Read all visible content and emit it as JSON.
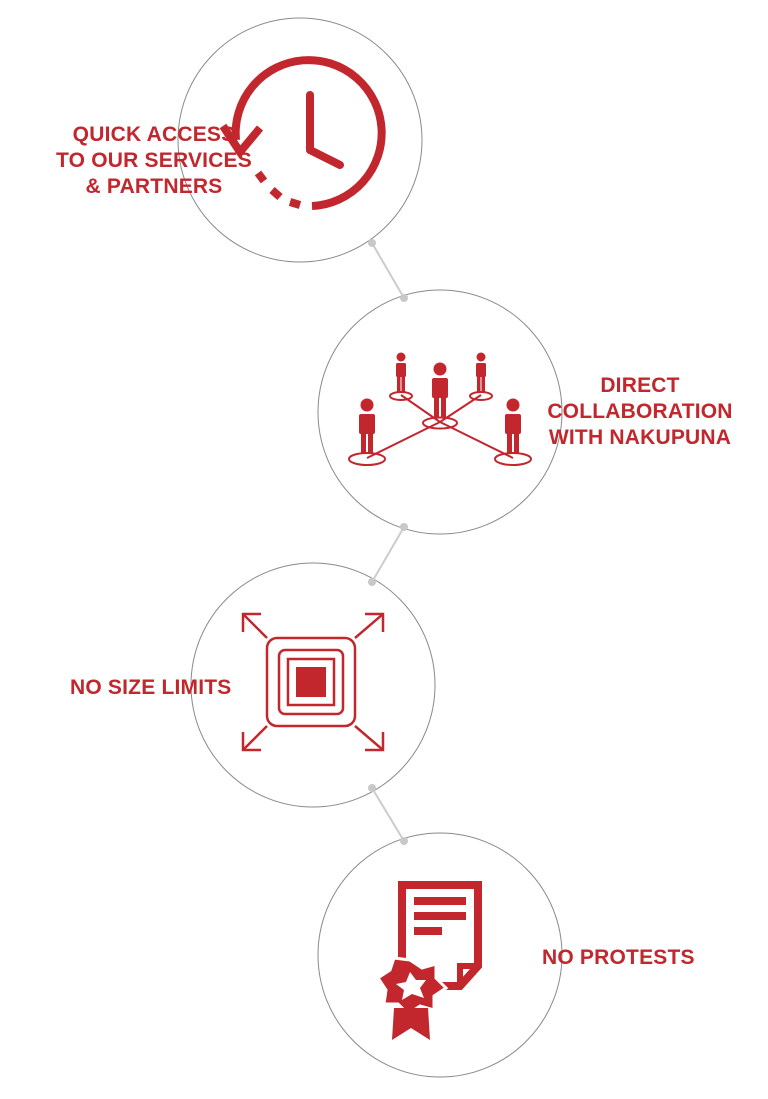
{
  "accent_color": "#c1272d",
  "ring_color": "#8a8a8a",
  "connector_color": "#cccccc",
  "features": [
    {
      "id": "quick-access",
      "icon": "history-clock-icon",
      "label_lines": [
        "QUICK ACCESS",
        "TO OUR SERVICES",
        "& PARTNERS"
      ]
    },
    {
      "id": "collaboration",
      "icon": "network-people-icon",
      "label_lines": [
        "DIRECT",
        "COLLABORATION",
        "WITH NAKUPUNA"
      ]
    },
    {
      "id": "size-limits",
      "icon": "expand-arrows-icon",
      "label_lines": [
        "NO SIZE LIMITS"
      ]
    },
    {
      "id": "protests",
      "icon": "certificate-document-icon",
      "label_lines": [
        "NO PROTESTS"
      ]
    }
  ]
}
